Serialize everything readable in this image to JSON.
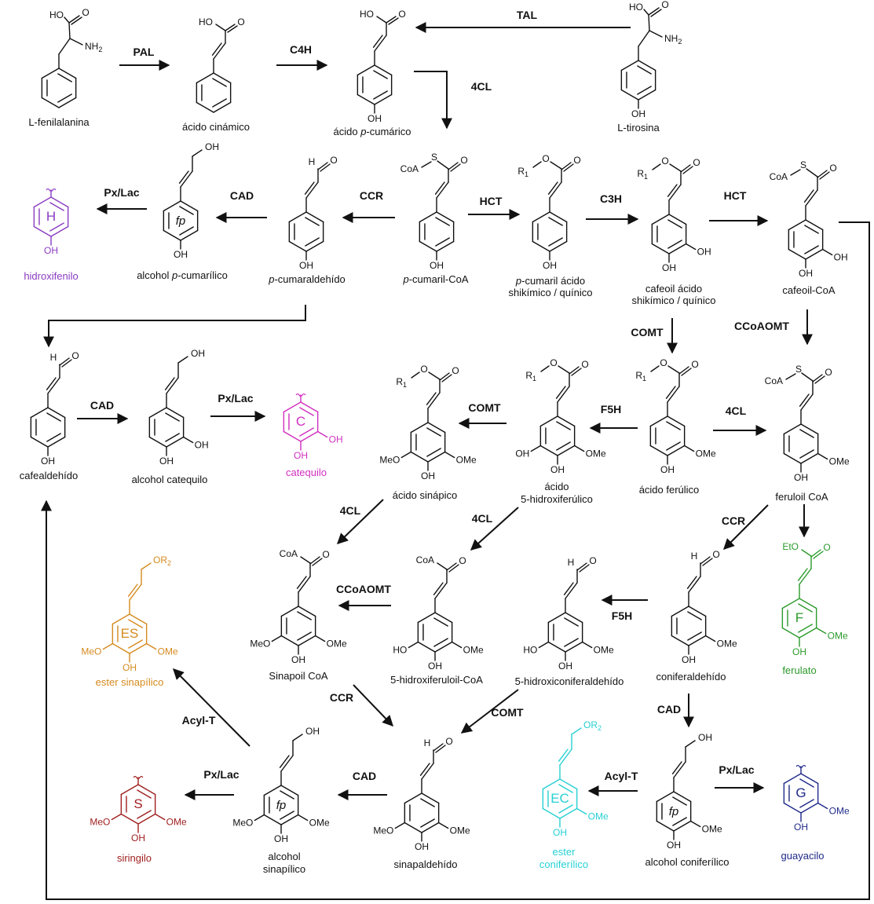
{
  "colors": {
    "black": "#111111",
    "hidroxifenilo": "#8a3bc2",
    "catequilo": "#d12fc0",
    "ester_sinapilico": "#d58a1e",
    "siringilo": "#a01f1f",
    "ester_coniferilico": "#27d0d4",
    "guayacilo": "#1f2a8a",
    "ferulato": "#2b9a2b"
  },
  "compounds": {
    "l_fenilalanina": "L-fenilalanina",
    "acido_cinamico": "ácido cinámico",
    "acido_p_cumarico": {
      "pre": "ácido ",
      "it": "p",
      "post": "-cumárico"
    },
    "l_tirosina": "L-tirosina",
    "hidroxifenilo": "hidroxifenilo",
    "alcohol_p_cumarilico": {
      "pre": "alcohol ",
      "it": "p",
      "post": "-cumarílico"
    },
    "p_cumaraldehido": {
      "pre": "",
      "it": "p",
      "post": "-cumaraldehído"
    },
    "p_cumaril_coa": {
      "pre": "",
      "it": "p",
      "post": "-cumaril-CoA"
    },
    "p_cumaril_acido": {
      "l1_it": "p",
      "l1_post": "-cumaril ácido",
      "l2": "shikímico / quínico"
    },
    "cafeoil_acido": {
      "l1": "cafeoil ácido",
      "l2": "shikímico / quínico"
    },
    "cafeoil_coa": "cafeoil-CoA",
    "cafealdehido": "cafealdehído",
    "alcohol_catequilo": "alcohol catequilo",
    "catequilo": "catequilo",
    "acido_sinapico": "ácido sinápico",
    "acido_5_hidroxiferulico": {
      "l1": "ácido",
      "l2": "5-hidroxiferúlico"
    },
    "acido_ferulico": "ácido ferúlico",
    "feruloil_coa": "feruloil CoA",
    "sinapoil_coa": "Sinapoil CoA",
    "hidroxiferuloil_coa": "5-hidroxiferuloil-CoA",
    "hidroxiconiferaldehido": "5-hidroxiconiferaldehído",
    "coniferaldehido": "coniferaldehído",
    "ferulato": "ferulato",
    "ester_sinapilico": "ester sinapílico",
    "siringilo": "siringilo",
    "alcohol_sinapilico": {
      "l1": "alcohol",
      "l2": "sinapílico"
    },
    "sinapaldehido": "sinapaldehído",
    "ester_coniferilico": {
      "l1": "ester",
      "l2": "coniferílico"
    },
    "alcohol_coniferilico": "alcohol coniferílico",
    "guayacilo": "guayacilo"
  },
  "enzymes": {
    "pal": "PAL",
    "c4h": "C4H",
    "tal": "TAL",
    "cl4_a": "4CL",
    "px_lac_h": "Px/Lac",
    "cad_a": "CAD",
    "ccr_a": "CCR",
    "hct_a": "HCT",
    "c3h": "C3H",
    "hct_b": "HCT",
    "comt_a": "COMT",
    "ccoaomt_a": "CCoAOMT",
    "cad_b": "CAD",
    "px_lac_c": "Px/Lac",
    "comt_b": "COMT",
    "f5h_a": "F5H",
    "cl4_b": "4CL",
    "cl4_c": "4CL",
    "cl4_d": "4CL",
    "ccr_b": "CCR",
    "ccoaomt_b": "CCoAOMT",
    "f5h_b": "F5H",
    "ccr_c": "CCR",
    "comt_c": "COMT",
    "cad_c": "CAD",
    "acyl_t_a": "Acyl-T",
    "px_lac_s": "Px/Lac",
    "cad_d": "CAD",
    "acyl_t_b": "Acyl-T",
    "px_lac_g": "Px/Lac"
  },
  "ring_letters": {
    "h": "H",
    "c": "C",
    "es": "ES",
    "s": "S",
    "ec": "EC",
    "g": "G",
    "f": "F",
    "fp": "fp"
  },
  "atoms": {
    "ho": "HO",
    "o": "O",
    "nh": "NH",
    "two": "2",
    "oh": "OH",
    "s": "S",
    "coa": "CoA",
    "r": "R",
    "one": "1",
    "h": "H",
    "meo": "MeO",
    "ome": "OMe",
    "et": "EtO",
    "or": "OR"
  }
}
